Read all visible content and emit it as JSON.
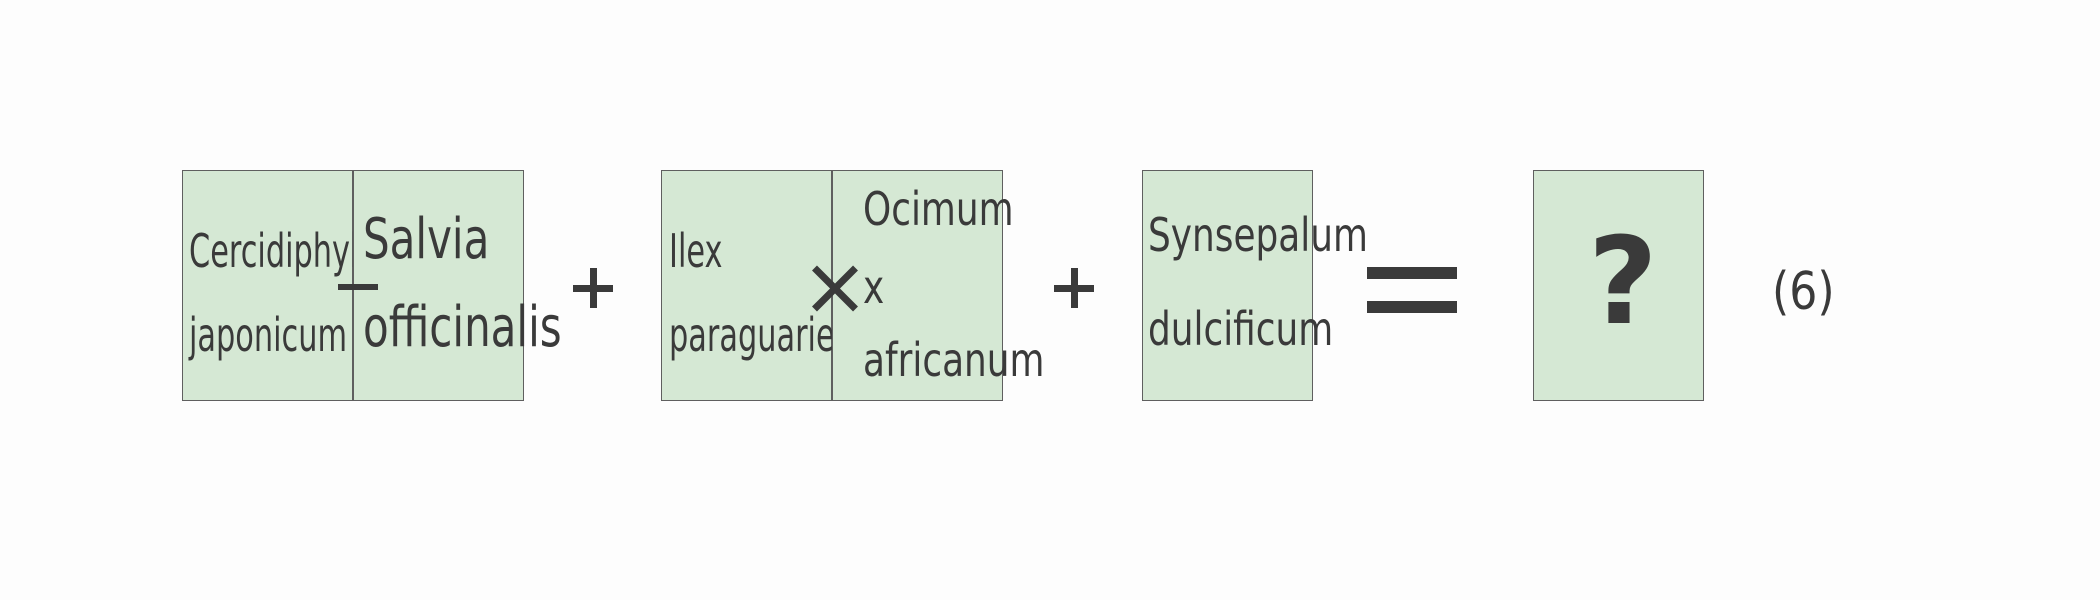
{
  "equation": {
    "term1": {
      "left": [
        "Cercidiphyllum",
        "japonicum"
      ],
      "right": [
        "Salvia",
        "officinalis"
      ],
      "operator": "−"
    },
    "plus1": "+",
    "term2": {
      "left": [
        "Ilex",
        "paraguariensis"
      ],
      "right": [
        "Ocimum",
        "x",
        "africanum"
      ],
      "operator": "×"
    },
    "plus2": "+",
    "term3": [
      "Synsepalum",
      "dulcificum"
    ],
    "equals": "=",
    "result": "?",
    "number": "(6)"
  },
  "colors": {
    "box_fill": "#d5e8d4",
    "box_border": "#5f5f5f",
    "text": "#3a3a3a",
    "background": "#fdfdfd"
  }
}
